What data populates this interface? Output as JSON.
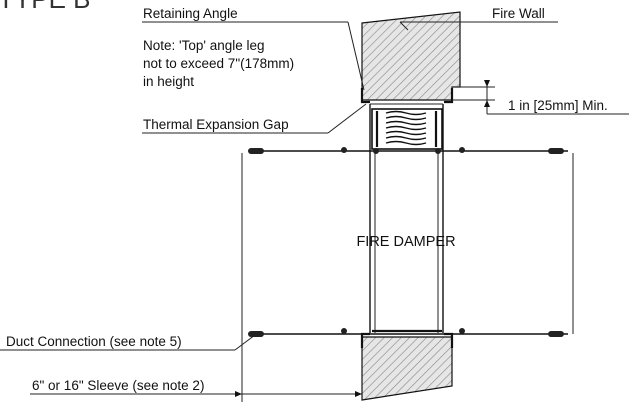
{
  "header": {
    "fragment": "TYPE B"
  },
  "labels": {
    "retaining_angle": "Retaining Angle",
    "fire_wall": "Fire Wall",
    "note_line1": "Note: 'Top' angle leg",
    "note_line2": "not to exceed 7\"(178mm)",
    "note_line3": "in height",
    "thermal_gap": "Thermal Expansion Gap",
    "min_gap": "1 in [25mm]  Min.",
    "fire_damper": "FIRE DAMPER",
    "duct_connection": "Duct Connection (see note 5)",
    "sleeve": "6\" or 16\" Sleeve (see note 2)"
  },
  "colors": {
    "line": "#111111",
    "hatch_fill": "#e6e6e6",
    "hatch_line": "#8a8a8a"
  }
}
